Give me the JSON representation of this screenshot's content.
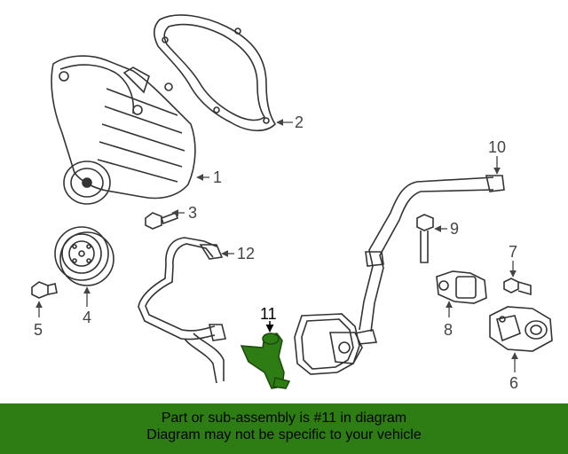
{
  "callouts": {
    "c1": "1",
    "c2": "2",
    "c3": "3",
    "c4": "4",
    "c5": "5",
    "c6": "6",
    "c7": "7",
    "c8": "8",
    "c9": "9",
    "c10": "10",
    "c11": "11",
    "c12": "12"
  },
  "highlight": {
    "part_number": "11",
    "color": "#2e7d14"
  },
  "banner": {
    "line1": "Part or sub-assembly is #11 in diagram",
    "line2": "Diagram may not be specific to your vehicle",
    "background": "#2e7d14"
  }
}
